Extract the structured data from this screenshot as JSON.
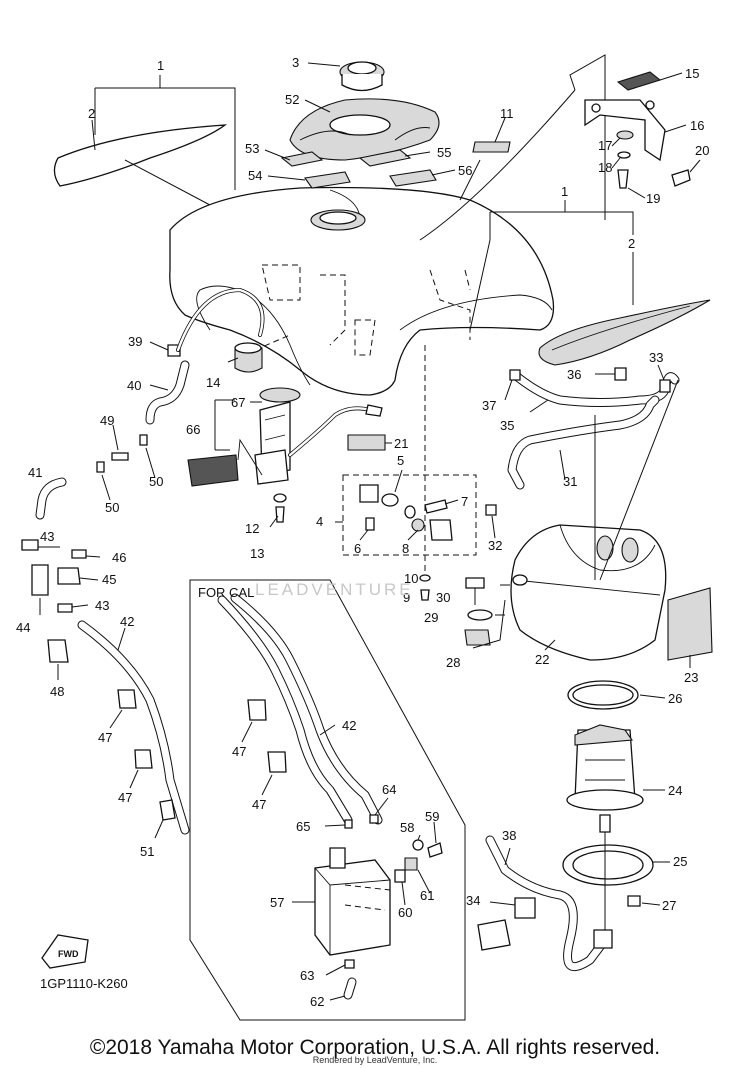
{
  "diagram": {
    "section_label": "FOR CAL",
    "diagram_code": "1GP1110-K260",
    "fwd_label": "FWD",
    "watermark": "LEADVENTURE",
    "copyright": "©2018 Yamaha Motor Corporation, U.S.A. All rights reserved.",
    "rendered_by": "Rendered by LeadVenture, Inc.",
    "callouts": [
      "1",
      "2",
      "3",
      "52",
      "53",
      "54",
      "55",
      "56",
      "11",
      "15",
      "16",
      "17",
      "18",
      "19",
      "20",
      "1",
      "2",
      "39",
      "14",
      "40",
      "67",
      "66",
      "21",
      "49",
      "50",
      "41",
      "5",
      "7",
      "4",
      "6",
      "8",
      "12",
      "13",
      "32",
      "31",
      "33",
      "36",
      "37",
      "35",
      "43",
      "46",
      "45",
      "44",
      "43",
      "42",
      "48",
      "47",
      "47",
      "10",
      "9",
      "30",
      "29",
      "28",
      "22",
      "23",
      "26",
      "24",
      "42",
      "47",
      "47",
      "64",
      "65",
      "59",
      "58",
      "61",
      "60",
      "57",
      "63",
      "62",
      "38",
      "25",
      "34",
      "27",
      "51"
    ]
  }
}
